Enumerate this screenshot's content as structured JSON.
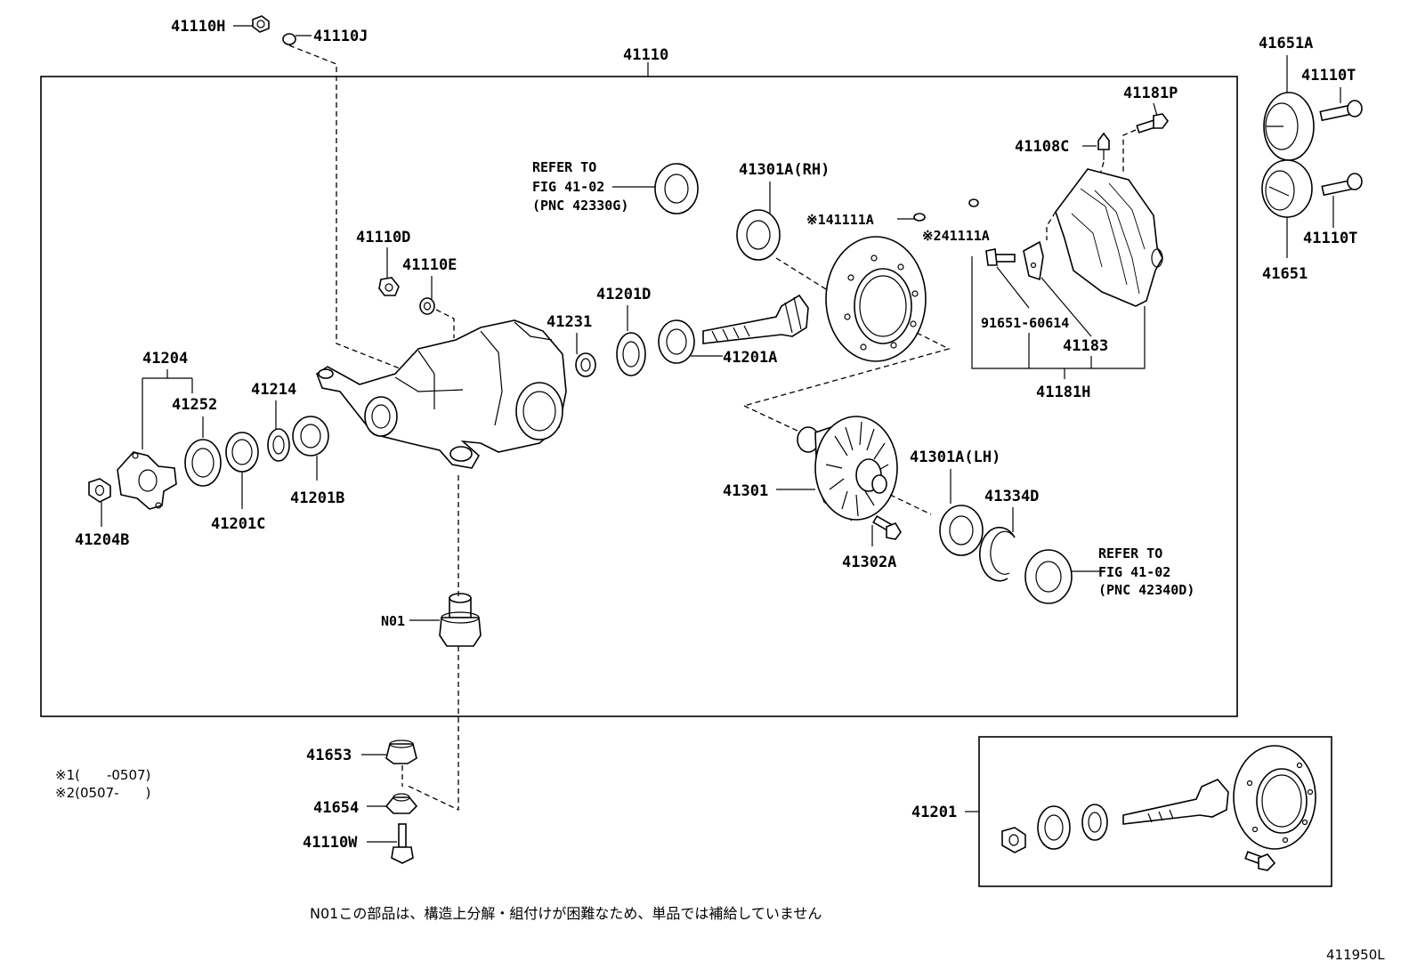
{
  "diagram_id": "411950L",
  "labels": {
    "h41110H": "41110H",
    "h41110J": "41110J",
    "h41110": "41110",
    "h41651A": "41651A",
    "h41110T_top": "41110T",
    "h41110T_bot": "41110T",
    "h41651": "41651",
    "h41181P": "41181P",
    "h41108C": "41108C",
    "h41301A_RH": "41301A(RH)",
    "h41111A_1": "※141111A",
    "h41111A_2": "※241111A",
    "h41110D": "41110D",
    "h41110E": "41110E",
    "h41201D": "41201D",
    "h41231": "41231",
    "h41201A": "41201A",
    "h91651": "91651-60614",
    "h41183": "41183",
    "h41181H": "41181H",
    "h41204": "41204",
    "h41252": "41252",
    "h41214": "41214",
    "h41201B": "41201B",
    "h41201C": "41201C",
    "h41204B": "41204B",
    "h41301": "41301",
    "h41301A_LH": "41301A(LH)",
    "h41334D": "41334D",
    "h41302A": "41302A",
    "hN01": "N01",
    "h41653": "41653",
    "h41654": "41654",
    "h41110W": "41110W",
    "h41201": "41201"
  },
  "references": {
    "ref1": {
      "line1": "REFER TO",
      "line2": "FIG 41-02",
      "line3": "(PNC 42330G)"
    },
    "ref2": {
      "line1": "REFER TO",
      "line2": "FIG 41-02",
      "line3": "(PNC 42340D)"
    }
  },
  "footnotes": {
    "note1": "※1(　　-0507)",
    "note2": "※2(0507-　　)"
  },
  "n01_note": "N01この部品は、構造上分解・組付けが困難なため、単品では補給していません"
}
